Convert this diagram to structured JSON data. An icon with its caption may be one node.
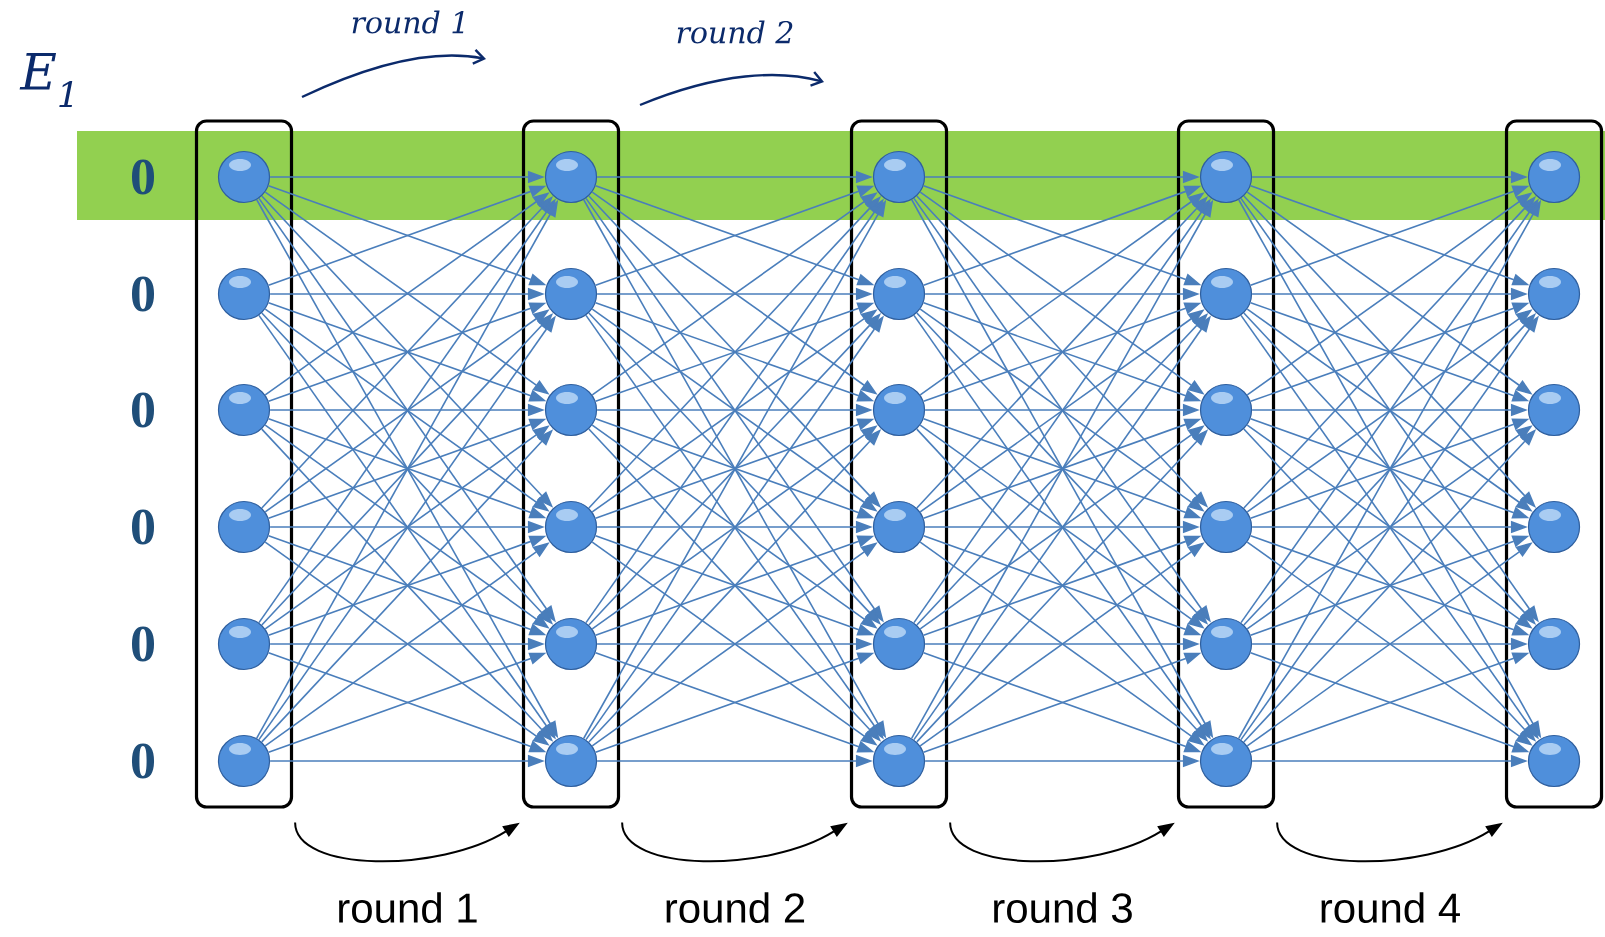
{
  "diagram": {
    "nodes": [
      {
        "text": [],
        "shape": "box"
      },
      {
        "text": [],
        "shape": "circle",
        "in": 0
      },
      {
        "text": [],
        "shape": "circle",
        "in": 0
      },
      {
        "text": [],
        "shape": "circle",
        "in": 0
      },
      {
        "text": [],
        "shape": "circle",
        "in": 0
      },
      {
        "text": [],
        "shape": "circle",
        "in": 0
      },
      {
        "text": [],
        "shape": "circle",
        "in": 0
      },
      {
        "text": [],
        "shape": "box"
      },
      {
        "text": [],
        "shape": "circle",
        "in": 7
      },
      {
        "text": [],
        "shape": "circle",
        "in": 7
      },
      {
        "text": [],
        "shape": "circle",
        "in": 7
      },
      {
        "text": [],
        "shape": "circle",
        "in": 7
      },
      {
        "text": [],
        "shape": "circle",
        "in": 7
      },
      {
        "text": [],
        "shape": "circle",
        "in": 7
      },
      {
        "text": [],
        "shape": "box"
      },
      {
        "text": [],
        "shape": "circle",
        "in": 14
      },
      {
        "text": [],
        "shape": "circle",
        "in": 14
      },
      {
        "text": [],
        "shape": "circle",
        "in": 14
      },
      {
        "text": [],
        "shape": "circle",
        "in": 14
      },
      {
        "text": [],
        "shape": "circle",
        "in": 14
      },
      {
        "text": [],
        "shape": "circle",
        "in": 14
      },
      {
        "text": [],
        "shape": "box"
      },
      {
        "text": [],
        "shape": "circle",
        "in": 21
      },
      {
        "text": [],
        "shape": "circle",
        "in": 21
      },
      {
        "text": [],
        "shape": "circle",
        "in": 21
      },
      {
        "text": [],
        "shape": "circle",
        "in": 21
      },
      {
        "text": [],
        "shape": "circle",
        "in": 21
      },
      {
        "text": [],
        "shape": "circle",
        "in": 21
      },
      {
        "text": [],
        "shape": "box"
      },
      {
        "text": [],
        "shape": "circle",
        "in": 28
      },
      {
        "text": [],
        "shape": "circle",
        "in": 28
      },
      {
        "text": [],
        "shape": "circle",
        "in": 28
      },
      {
        "text": [],
        "shape": "circle",
        "in": 28
      },
      {
        "text": [],
        "shape": "circle",
        "in": 28
      },
      {
        "text": [],
        "shape": "circle",
        "in": 28
      }
    ],
    "edges": [
      {
        "from": 1,
        "to": 8,
        "arrow": "to"
      },
      {
        "from": 1,
        "to": 9,
        "arrow": "to"
      },
      {
        "from": 1,
        "to": 10,
        "arrow": "to"
      },
      {
        "from": 1,
        "to": 11,
        "arrow": "to"
      },
      {
        "from": 1,
        "to": 12,
        "arrow": "to"
      },
      {
        "from": 1,
        "to": 13,
        "arrow": "to"
      },
      {
        "from": 2,
        "to": 8,
        "arrow": "to"
      },
      {
        "from": 2,
        "to": 9,
        "arrow": "to"
      },
      {
        "from": 2,
        "to": 10,
        "arrow": "to"
      },
      {
        "from": 2,
        "to": 11,
        "arrow": "to"
      },
      {
        "from": 2,
        "to": 12,
        "arrow": "to"
      },
      {
        "from": 2,
        "to": 13,
        "arrow": "to"
      },
      {
        "from": 3,
        "to": 8,
        "arrow": "to"
      },
      {
        "from": 3,
        "to": 9,
        "arrow": "to"
      },
      {
        "from": 3,
        "to": 10,
        "arrow": "to"
      },
      {
        "from": 3,
        "to": 11,
        "arrow": "to"
      },
      {
        "from": 3,
        "to": 12,
        "arrow": "to"
      },
      {
        "from": 3,
        "to": 13,
        "arrow": "to"
      },
      {
        "from": 4,
        "to": 8,
        "arrow": "to"
      },
      {
        "from": 4,
        "to": 9,
        "arrow": "to"
      },
      {
        "from": 4,
        "to": 10,
        "arrow": "to"
      },
      {
        "from": 4,
        "to": 11,
        "arrow": "to"
      },
      {
        "from": 4,
        "to": 12,
        "arrow": "to"
      },
      {
        "from": 4,
        "to": 13,
        "arrow": "to"
      },
      {
        "from": 5,
        "to": 8,
        "arrow": "to"
      },
      {
        "from": 5,
        "to": 9,
        "arrow": "to"
      },
      {
        "from": 5,
        "to": 10,
        "arrow": "to"
      },
      {
        "from": 5,
        "to": 11,
        "arrow": "to"
      },
      {
        "from": 5,
        "to": 12,
        "arrow": "to"
      },
      {
        "from": 5,
        "to": 13,
        "arrow": "to"
      },
      {
        "from": 6,
        "to": 8,
        "arrow": "to"
      },
      {
        "from": 6,
        "to": 9,
        "arrow": "to"
      },
      {
        "from": 6,
        "to": 10,
        "arrow": "to"
      },
      {
        "from": 6,
        "to": 11,
        "arrow": "to"
      },
      {
        "from": 6,
        "to": 12,
        "arrow": "to"
      },
      {
        "from": 6,
        "to": 13,
        "arrow": "to"
      },
      {
        "from": 8,
        "to": 15,
        "arrow": "to"
      },
      {
        "from": 8,
        "to": 16,
        "arrow": "to"
      },
      {
        "from": 8,
        "to": 17,
        "arrow": "to"
      },
      {
        "from": 8,
        "to": 18,
        "arrow": "to"
      },
      {
        "from": 8,
        "to": 19,
        "arrow": "to"
      },
      {
        "from": 8,
        "to": 20,
        "arrow": "to"
      },
      {
        "from": 9,
        "to": 15,
        "arrow": "to"
      },
      {
        "from": 9,
        "to": 16,
        "arrow": "to"
      },
      {
        "from": 9,
        "to": 17,
        "arrow": "to"
      },
      {
        "from": 9,
        "to": 18,
        "arrow": "to"
      },
      {
        "from": 9,
        "to": 19,
        "arrow": "to"
      },
      {
        "from": 9,
        "to": 20,
        "arrow": "to"
      },
      {
        "from": 10,
        "to": 15,
        "arrow": "to"
      },
      {
        "from": 10,
        "to": 16,
        "arrow": "to"
      },
      {
        "from": 10,
        "to": 17,
        "arrow": "to"
      },
      {
        "from": 10,
        "to": 18,
        "arrow": "to"
      },
      {
        "from": 10,
        "to": 19,
        "arrow": "to"
      },
      {
        "from": 10,
        "to": 20,
        "arrow": "to"
      },
      {
        "from": 11,
        "to": 15,
        "arrow": "to"
      },
      {
        "from": 11,
        "to": 16,
        "arrow": "to"
      },
      {
        "from": 11,
        "to": 17,
        "arrow": "to"
      },
      {
        "from": 11,
        "to": 18,
        "arrow": "to"
      },
      {
        "from": 11,
        "to": 19,
        "arrow": "to"
      },
      {
        "from": 11,
        "to": 20,
        "arrow": "to"
      },
      {
        "from": 12,
        "to": 15,
        "arrow": "to"
      },
      {
        "from": 12,
        "to": 16,
        "arrow": "to"
      },
      {
        "from": 12,
        "to": 17,
        "arrow": "to"
      },
      {
        "from": 12,
        "to": 18,
        "arrow": "to"
      },
      {
        "from": 12,
        "to": 19,
        "arrow": "to"
      },
      {
        "from": 12,
        "to": 20,
        "arrow": "to"
      },
      {
        "from": 13,
        "to": 15,
        "arrow": "to"
      },
      {
        "from": 13,
        "to": 16,
        "arrow": "to"
      },
      {
        "from": 13,
        "to": 17,
        "arrow": "to"
      },
      {
        "from": 13,
        "to": 18,
        "arrow": "to"
      },
      {
        "from": 13,
        "to": 19,
        "arrow": "to"
      },
      {
        "from": 13,
        "to": 20,
        "arrow": "to"
      },
      {
        "from": 15,
        "to": 22,
        "arrow": "to"
      },
      {
        "from": 15,
        "to": 23,
        "arrow": "to"
      },
      {
        "from": 15,
        "to": 24,
        "arrow": "to"
      },
      {
        "from": 15,
        "to": 25,
        "arrow": "to"
      },
      {
        "from": 15,
        "to": 26,
        "arrow": "to"
      },
      {
        "from": 15,
        "to": 27,
        "arrow": "to"
      },
      {
        "from": 16,
        "to": 22,
        "arrow": "to"
      },
      {
        "from": 16,
        "to": 23,
        "arrow": "to"
      },
      {
        "from": 16,
        "to": 24,
        "arrow": "to"
      },
      {
        "from": 16,
        "to": 25,
        "arrow": "to"
      },
      {
        "from": 16,
        "to": 26,
        "arrow": "to"
      },
      {
        "from": 16,
        "to": 27,
        "arrow": "to"
      },
      {
        "from": 17,
        "to": 22,
        "arrow": "to"
      },
      {
        "from": 17,
        "to": 23,
        "arrow": "to"
      },
      {
        "from": 17,
        "to": 24,
        "arrow": "to"
      },
      {
        "from": 17,
        "to": 25,
        "arrow": "to"
      },
      {
        "from": 17,
        "to": 26,
        "arrow": "to"
      },
      {
        "from": 17,
        "to": 27,
        "arrow": "to"
      },
      {
        "from": 18,
        "to": 22,
        "arrow": "to"
      },
      {
        "from": 18,
        "to": 23,
        "arrow": "to"
      },
      {
        "from": 18,
        "to": 24,
        "arrow": "to"
      },
      {
        "from": 18,
        "to": 25,
        "arrow": "to"
      },
      {
        "from": 18,
        "to": 26,
        "arrow": "to"
      },
      {
        "from": 18,
        "to": 27,
        "arrow": "to"
      },
      {
        "from": 19,
        "to": 22,
        "arrow": "to"
      },
      {
        "from": 19,
        "to": 23,
        "arrow": "to"
      },
      {
        "from": 19,
        "to": 24,
        "arrow": "to"
      },
      {
        "from": 19,
        "to": 25,
        "arrow": "to"
      },
      {
        "from": 19,
        "to": 26,
        "arrow": "to"
      },
      {
        "from": 19,
        "to": 27,
        "arrow": "to"
      },
      {
        "from": 20,
        "to": 22,
        "arrow": "to"
      },
      {
        "from": 20,
        "to": 23,
        "arrow": "to"
      },
      {
        "from": 20,
        "to": 24,
        "arrow": "to"
      },
      {
        "from": 20,
        "to": 25,
        "arrow": "to"
      },
      {
        "from": 20,
        "to": 26,
        "arrow": "to"
      },
      {
        "from": 20,
        "to": 27,
        "arrow": "to"
      },
      {
        "from": 22,
        "to": 29,
        "arrow": "to"
      },
      {
        "from": 22,
        "to": 30,
        "arrow": "to"
      },
      {
        "from": 22,
        "to": 31,
        "arrow": "to"
      },
      {
        "from": 22,
        "to": 32,
        "arrow": "to"
      },
      {
        "from": 22,
        "to": 33,
        "arrow": "to"
      },
      {
        "from": 22,
        "to": 34,
        "arrow": "to"
      },
      {
        "from": 23,
        "to": 29,
        "arrow": "to"
      },
      {
        "from": 23,
        "to": 30,
        "arrow": "to"
      },
      {
        "from": 23,
        "to": 31,
        "arrow": "to"
      },
      {
        "from": 23,
        "to": 32,
        "arrow": "to"
      },
      {
        "from": 23,
        "to": 33,
        "arrow": "to"
      },
      {
        "from": 23,
        "to": 34,
        "arrow": "to"
      },
      {
        "from": 24,
        "to": 29,
        "arrow": "to"
      },
      {
        "from": 24,
        "to": 30,
        "arrow": "to"
      },
      {
        "from": 24,
        "to": 31,
        "arrow": "to"
      },
      {
        "from": 24,
        "to": 32,
        "arrow": "to"
      },
      {
        "from": 24,
        "to": 33,
        "arrow": "to"
      },
      {
        "from": 24,
        "to": 34,
        "arrow": "to"
      },
      {
        "from": 25,
        "to": 29,
        "arrow": "to"
      },
      {
        "from": 25,
        "to": 30,
        "arrow": "to"
      },
      {
        "from": 25,
        "to": 31,
        "arrow": "to"
      },
      {
        "from": 25,
        "to": 32,
        "arrow": "to"
      },
      {
        "from": 25,
        "to": 33,
        "arrow": "to"
      },
      {
        "from": 25,
        "to": 34,
        "arrow": "to"
      },
      {
        "from": 26,
        "to": 29,
        "arrow": "to"
      },
      {
        "from": 26,
        "to": 30,
        "arrow": "to"
      },
      {
        "from": 26,
        "to": 31,
        "arrow": "to"
      },
      {
        "from": 26,
        "to": 32,
        "arrow": "to"
      },
      {
        "from": 26,
        "to": 33,
        "arrow": "to"
      },
      {
        "from": 26,
        "to": 34,
        "arrow": "to"
      },
      {
        "from": 27,
        "to": 29,
        "arrow": "to"
      },
      {
        "from": 27,
        "to": 30,
        "arrow": "to"
      },
      {
        "from": 27,
        "to": 31,
        "arrow": "to"
      },
      {
        "from": 27,
        "to": 32,
        "arrow": "to"
      },
      {
        "from": 27,
        "to": 33,
        "arrow": "to"
      },
      {
        "from": 27,
        "to": 34,
        "arrow": "to"
      },
      {
        "from": 0,
        "to": 7,
        "arrow": "to",
        "label": "round 1",
        "color": "#000000"
      },
      {
        "from": 7,
        "to": 14,
        "arrow": "to",
        "label": "round 2",
        "color": "#000000"
      },
      {
        "from": 14,
        "to": 21,
        "arrow": "to",
        "label": "round 3",
        "color": "#000000"
      },
      {
        "from": 21,
        "to": 28,
        "arrow": "to",
        "label": "round 4",
        "color": "#000000"
      }
    ],
    "labels": [
      "round 1",
      "round 2",
      "E$_{1}$",
      "0",
      "0",
      "0",
      "0",
      "0",
      "0"
    ]
  }
}
